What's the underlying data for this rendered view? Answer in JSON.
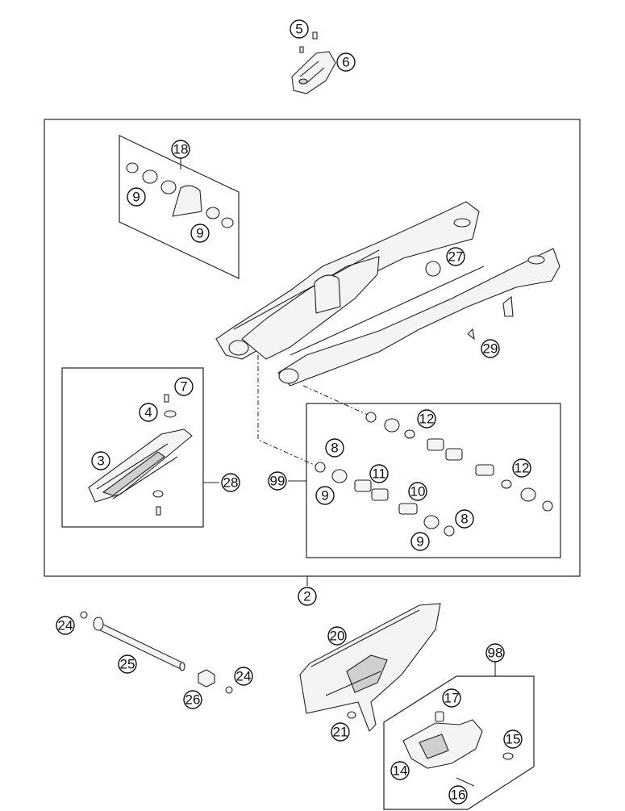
{
  "diagram": {
    "callouts": {
      "c5": "5",
      "c6": "6",
      "c18": "18",
      "c9a": "9",
      "c9b": "9",
      "c27": "27",
      "c29": "29",
      "c7": "7",
      "c4": "4",
      "c3": "3",
      "c28": "28",
      "c12a": "12",
      "c8a": "8",
      "c99": "99",
      "c9c": "9",
      "c11": "11",
      "c10": "10",
      "c12b": "12",
      "c8b": "8",
      "c9d": "9",
      "c2": "2",
      "c24a": "24",
      "c25": "25",
      "c26": "26",
      "c24b": "24",
      "c20": "20",
      "c21": "21",
      "c98": "98",
      "c17": "17",
      "c15": "15",
      "c14": "14",
      "c16": "16"
    }
  }
}
